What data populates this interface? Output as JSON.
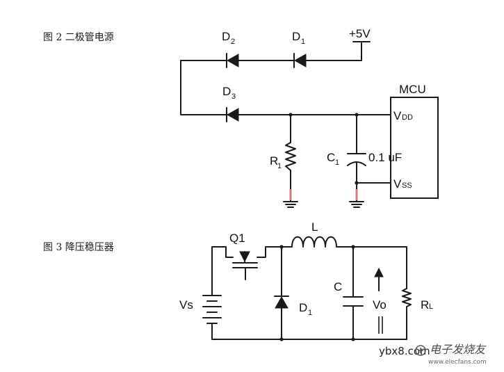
{
  "figure2": {
    "caption": "图 2 二极管电源",
    "supply": "+5V",
    "d2_main": "D",
    "d2_sub": "2",
    "d1_main": "D",
    "d1_sub": "1",
    "d3_main": "D",
    "d3_sub": "3",
    "mcu": "MCU",
    "vdd_main": "V",
    "vdd_sub": "DD",
    "vss_main": "V",
    "vss_sub": "SS",
    "r1_main": "R",
    "r1_sub": "1",
    "c1_main": "C",
    "c1_sub": "1",
    "cap_value": "0.1 uF"
  },
  "figure3": {
    "caption": "图 3 降压稳压器",
    "q1": "Q1",
    "inductor": "L",
    "source": "Vs",
    "diode_main": "D",
    "diode_sub": "1",
    "capacitor": "C",
    "output": "Vo",
    "load_main": "R",
    "load_sub": "L"
  },
  "watermark": {
    "site": "ybx8.com",
    "brand": "电子发烧友",
    "url": "www.elecfans.com"
  },
  "colors": {
    "wire": "#1a1a1a",
    "ground_mark": "#d07a86",
    "background": "#ffffff"
  }
}
